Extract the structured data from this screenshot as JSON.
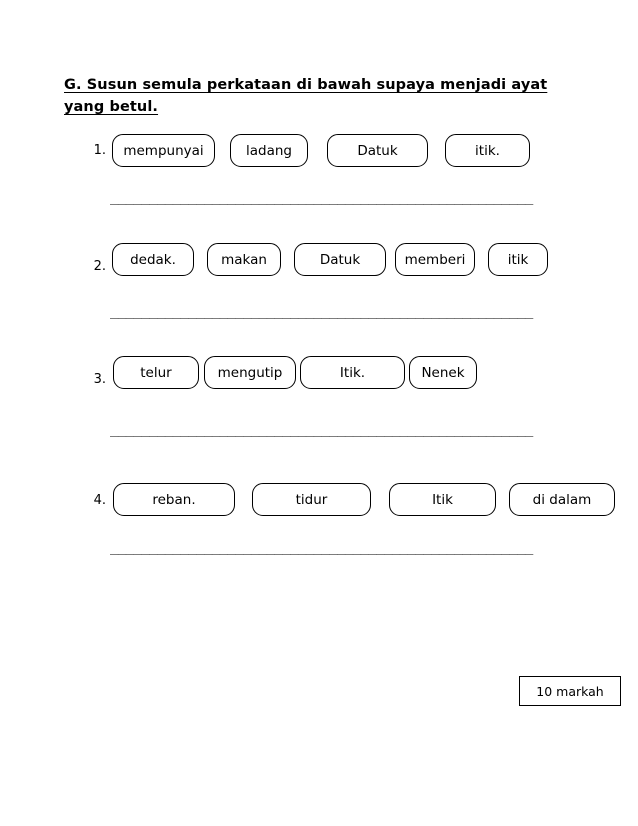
{
  "document": {
    "heading": "G. Susun semula perkataan di bawah supaya menjadi ayat yang betul.",
    "marks_label": "10 markah",
    "answer_line_text": "______________________________________________________"
  },
  "questions": [
    {
      "number": "1.",
      "words": [
        "mempunyai",
        "ladang",
        "Datuk",
        "itik."
      ]
    },
    {
      "number": "2.",
      "words": [
        "dedak.",
        "makan",
        "Datuk",
        "memberi",
        "itik"
      ]
    },
    {
      "number": "3.",
      "words": [
        "telur",
        "mengutip",
        "Itik.",
        "Nenek"
      ]
    },
    {
      "number": "4.",
      "words": [
        "reban.",
        "tidur",
        "Itik",
        "di dalam"
      ]
    }
  ]
}
